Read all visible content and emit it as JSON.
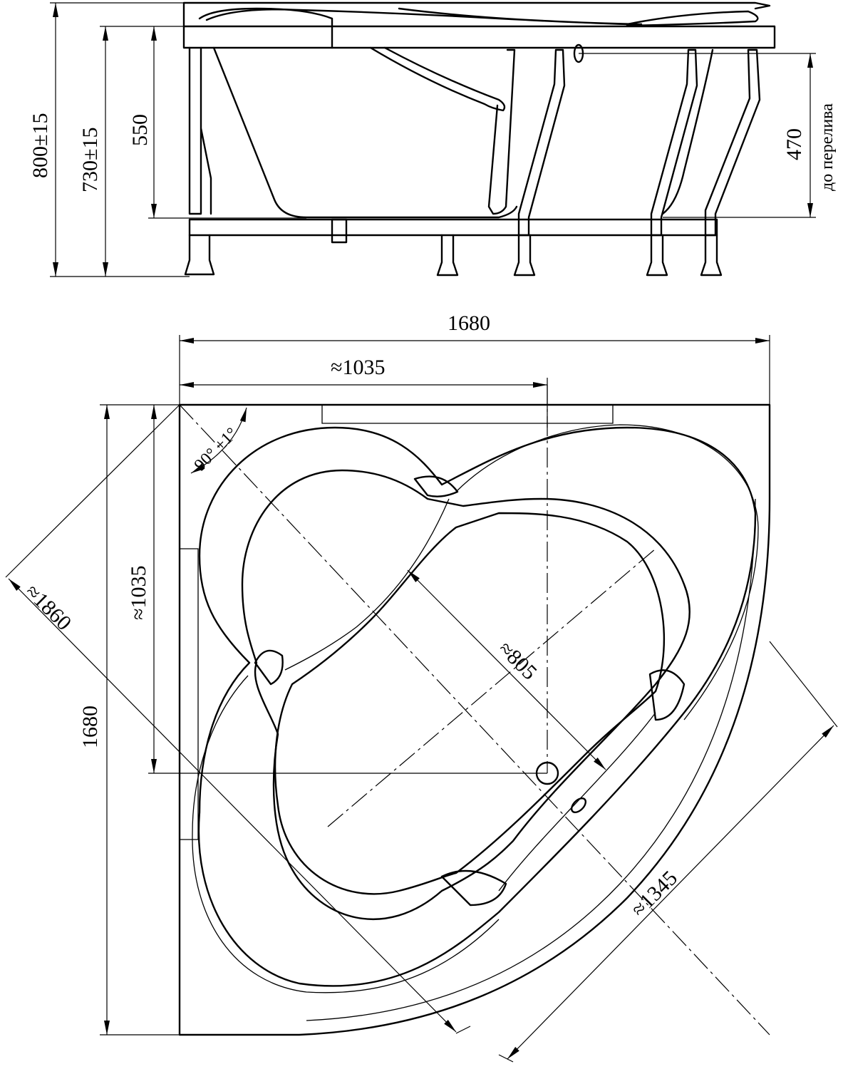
{
  "side_view": {
    "dims": {
      "total_height": "800±15",
      "rim_height": "730±15",
      "bowl_depth": "550",
      "overflow_depth": "470",
      "overflow_note": "до перелива"
    }
  },
  "plan_view": {
    "dims": {
      "width": "1680",
      "length": "1680",
      "side_width": "≈1035",
      "side_length": "≈1035",
      "diagonal": "≈1860",
      "inner_diagonal": "≈805",
      "front_arc": "≈1345",
      "corner_angle": "90° ±1°"
    }
  }
}
